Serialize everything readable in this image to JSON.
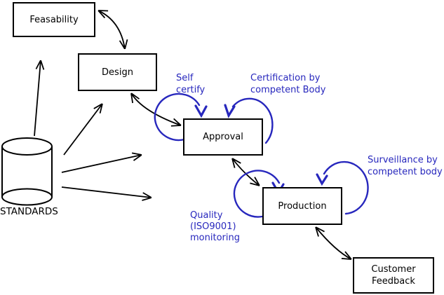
{
  "diagram": {
    "title": "Standards-driven product lifecycle diagram",
    "nodes": {
      "feasability": {
        "label": "Feasability"
      },
      "design": {
        "label": "Design"
      },
      "approval": {
        "label": "Approval"
      },
      "production": {
        "label": "Production"
      },
      "customer_feedback": {
        "label": "Customer\nFeedback"
      },
      "standards": {
        "label": "STANDARDS"
      }
    },
    "annotations": {
      "self_certify": {
        "label": "Self\ncertify"
      },
      "certification": {
        "label": "Certification by\ncompetent Body"
      },
      "surveillance": {
        "label": "Surveillance by\ncompetent body"
      },
      "quality_monitoring": {
        "label": "Quality\n(ISO9001)\nmonitoring"
      }
    },
    "edges": [
      "standards -> feasability",
      "standards -> design",
      "standards -> approval (toward)",
      "standards -> production (toward)",
      "feasability <-> design",
      "design <-> approval",
      "approval <-> production",
      "production <-> customer_feedback",
      "approval self-loop (self certify)",
      "approval self-loop (certification by competent body)",
      "production self-loop (quality ISO9001 monitoring)",
      "production self-loop (surveillance by competent body)"
    ],
    "colors": {
      "line_black": "#000000",
      "annotation_blue": "#2727bd",
      "background": "#ffffff"
    }
  }
}
